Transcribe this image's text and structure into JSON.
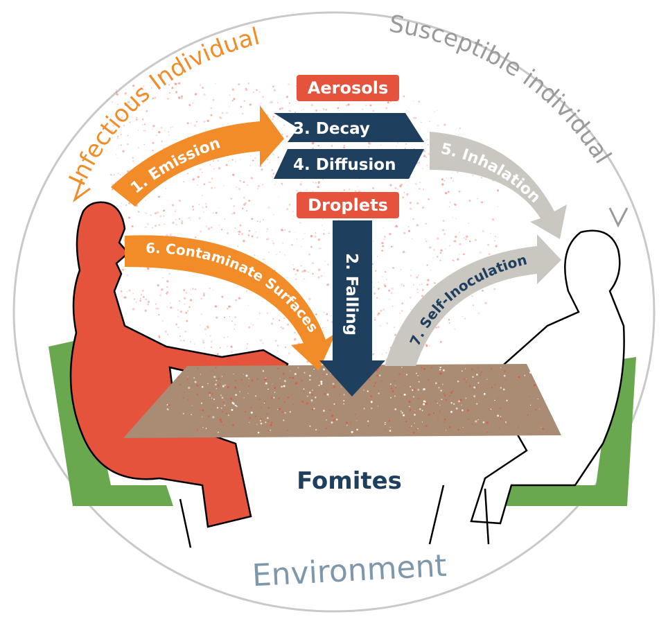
{
  "title_infectious": "Infectious Individual",
  "title_susceptible": "Susceptible individual",
  "labels": {
    "aerosols": "Aerosols",
    "droplets": "Droplets",
    "decay": "3. Decay",
    "diffusion": "4. Diffusion",
    "emission": "1. Emission",
    "falling": "2. Falling",
    "inhalation": "5. Inhalation",
    "contaminate": "6. Contaminate Surfaces",
    "self_inoculation": "7. Self-Inoculation",
    "fomites": "Fomites",
    "environment": "Environment"
  },
  "colors": {
    "infectious": "#e5533d",
    "orange_arrow": "#f28c28",
    "navy": "#1f3f5f",
    "grey_arrow": "#c9c7c0",
    "table": "#a98c73",
    "chair": "#6aa84f",
    "environment_text": "#7f97ab",
    "susceptible_text": "#9a9a9a"
  }
}
